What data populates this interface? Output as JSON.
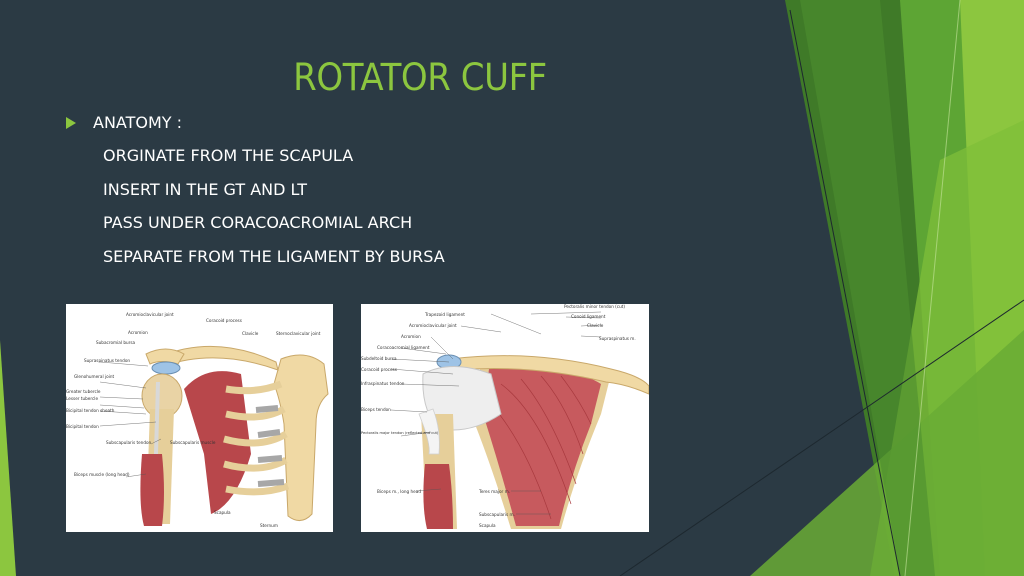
{
  "colors": {
    "background": "#2b3a44",
    "title": "#8cc63f",
    "accent_green": "#8cc63f",
    "text": "#ffffff"
  },
  "slide": {
    "title": "ROTATOR CUFF",
    "bullet": "ANATOMY :",
    "sub_items": [
      "ORGINATE FROM THE SCAPULA",
      "INSERT IN THE GT AND LT",
      "PASS UNDER CORACOACROMIAL ARCH",
      "SEPARATE FROM THE LIGAMENT BY BURSA"
    ]
  },
  "figure_left": {
    "labels": {
      "acromioclavicular_joint": "Acromioclavicular joint",
      "acromion": "Acromion",
      "coracoid_process": "Coracoid process",
      "clavicle": "Clavicle",
      "sternoclavicular_joint": "Sternoclavicular joint",
      "subacromial_bursa": "Subacromial bursa",
      "supraspinatus_tendon": "Supraspinatus tendon",
      "glenohumeral_joint": "Glenohumeral joint",
      "greater_tubercle": "Greater tubercle",
      "lesser_tubercle": "Lesser tubercle",
      "bicipital_tendon_sheath": "Bicipital tendon sheath",
      "bicipital_tendon": "Bicipital tendon",
      "subscapularis_tendon": "Subscapularis tendon",
      "subscapularis_muscle": "Subscapularis muscle",
      "biceps_long_head": "Biceps muscle (long head)",
      "scapula": "Scapula",
      "sternum": "Sternum"
    }
  },
  "figure_right": {
    "labels": {
      "pectoralis_minor_tendon": "Pectoralis minor tendon (cut)",
      "trapezoid_ligament": "Trapezoid ligament",
      "conoid_ligament": "Conoid ligament",
      "acromioclavicular_joint": "Acromioclavicular joint",
      "clavicle": "Clavicle",
      "acromion": "Acromion",
      "supraspinatus_m": "Supraspinatus m.",
      "coracoacromial_ligament": "Coracoacromial ligament",
      "subdeltoid_bursa": "Subdeltoid bursa",
      "coracoid_process": "Coracoid process",
      "infraspinatus_tendon": "Infraspinatus tendon",
      "biceps_tendon": "Biceps tendon",
      "pectoralis_major_tendon": "Pectoralis major tendon (reflected and cut)",
      "biceps_long_head": "Biceps m., long head",
      "teres_major": "Teres major m.",
      "subscapularis_m": "Subscapularis m.",
      "scapula": "Scapula"
    }
  }
}
